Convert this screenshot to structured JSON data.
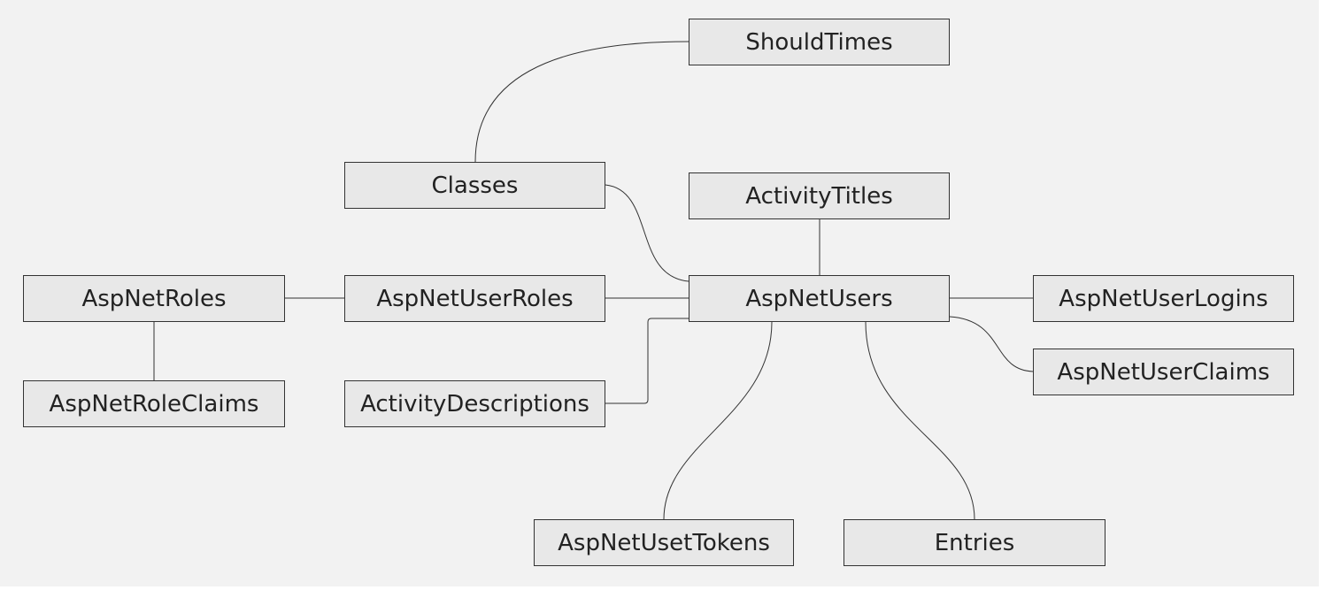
{
  "diagram": {
    "nodes": {
      "should_times": "ShouldTimes",
      "classes": "Classes",
      "activity_titles": "ActivityTitles",
      "asp_net_roles": "AspNetRoles",
      "asp_net_user_roles": "AspNetUserRoles",
      "asp_net_users": "AspNetUsers",
      "asp_net_user_logins": "AspNetUserLogins",
      "asp_net_user_claims": "AspNetUserClaims",
      "asp_net_role_claims": "AspNetRoleClaims",
      "activity_descriptions": "ActivityDescriptions",
      "asp_net_uset_tokens": "AspNetUsetTokens",
      "entries": "Entries"
    },
    "edges": [
      {
        "from": "classes",
        "to": "should_times"
      },
      {
        "from": "classes",
        "to": "asp_net_users"
      },
      {
        "from": "activity_titles",
        "to": "asp_net_users"
      },
      {
        "from": "asp_net_roles",
        "to": "asp_net_user_roles"
      },
      {
        "from": "asp_net_user_roles",
        "to": "asp_net_users"
      },
      {
        "from": "asp_net_users",
        "to": "asp_net_user_logins"
      },
      {
        "from": "asp_net_users",
        "to": "asp_net_user_claims"
      },
      {
        "from": "asp_net_roles",
        "to": "asp_net_role_claims"
      },
      {
        "from": "activity_descriptions",
        "to": "asp_net_users"
      },
      {
        "from": "asp_net_users",
        "to": "asp_net_uset_tokens"
      },
      {
        "from": "asp_net_users",
        "to": "entries"
      }
    ]
  }
}
